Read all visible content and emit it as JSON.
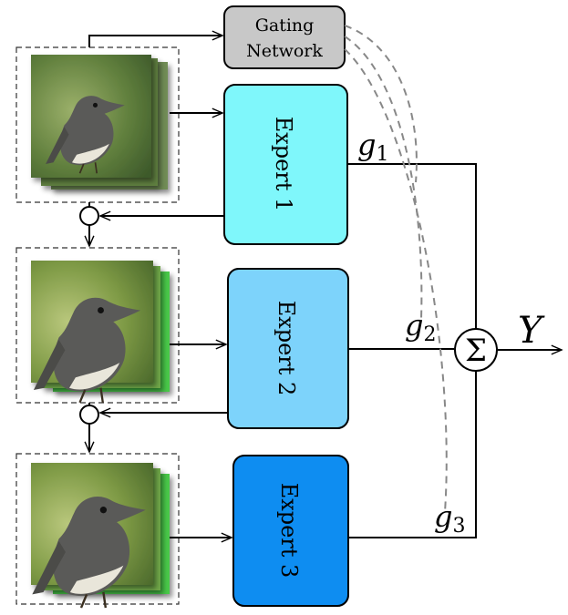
{
  "gating": {
    "line1": "Gating",
    "line2": "Network",
    "fill": "#c8c8c8"
  },
  "experts": [
    {
      "label": "Expert 1",
      "fill": "#7ff7fb"
    },
    {
      "label": "Expert 2",
      "fill": "#7dd3fb"
    },
    {
      "label": "Expert 3",
      "fill": "#0e8df1"
    }
  ],
  "gates": [
    {
      "symbol": "g",
      "sub": "1"
    },
    {
      "symbol": "g",
      "sub": "2"
    },
    {
      "symbol": "g",
      "sub": "3"
    }
  ],
  "sum_symbol": "Σ",
  "output": {
    "symbol": "Y"
  }
}
